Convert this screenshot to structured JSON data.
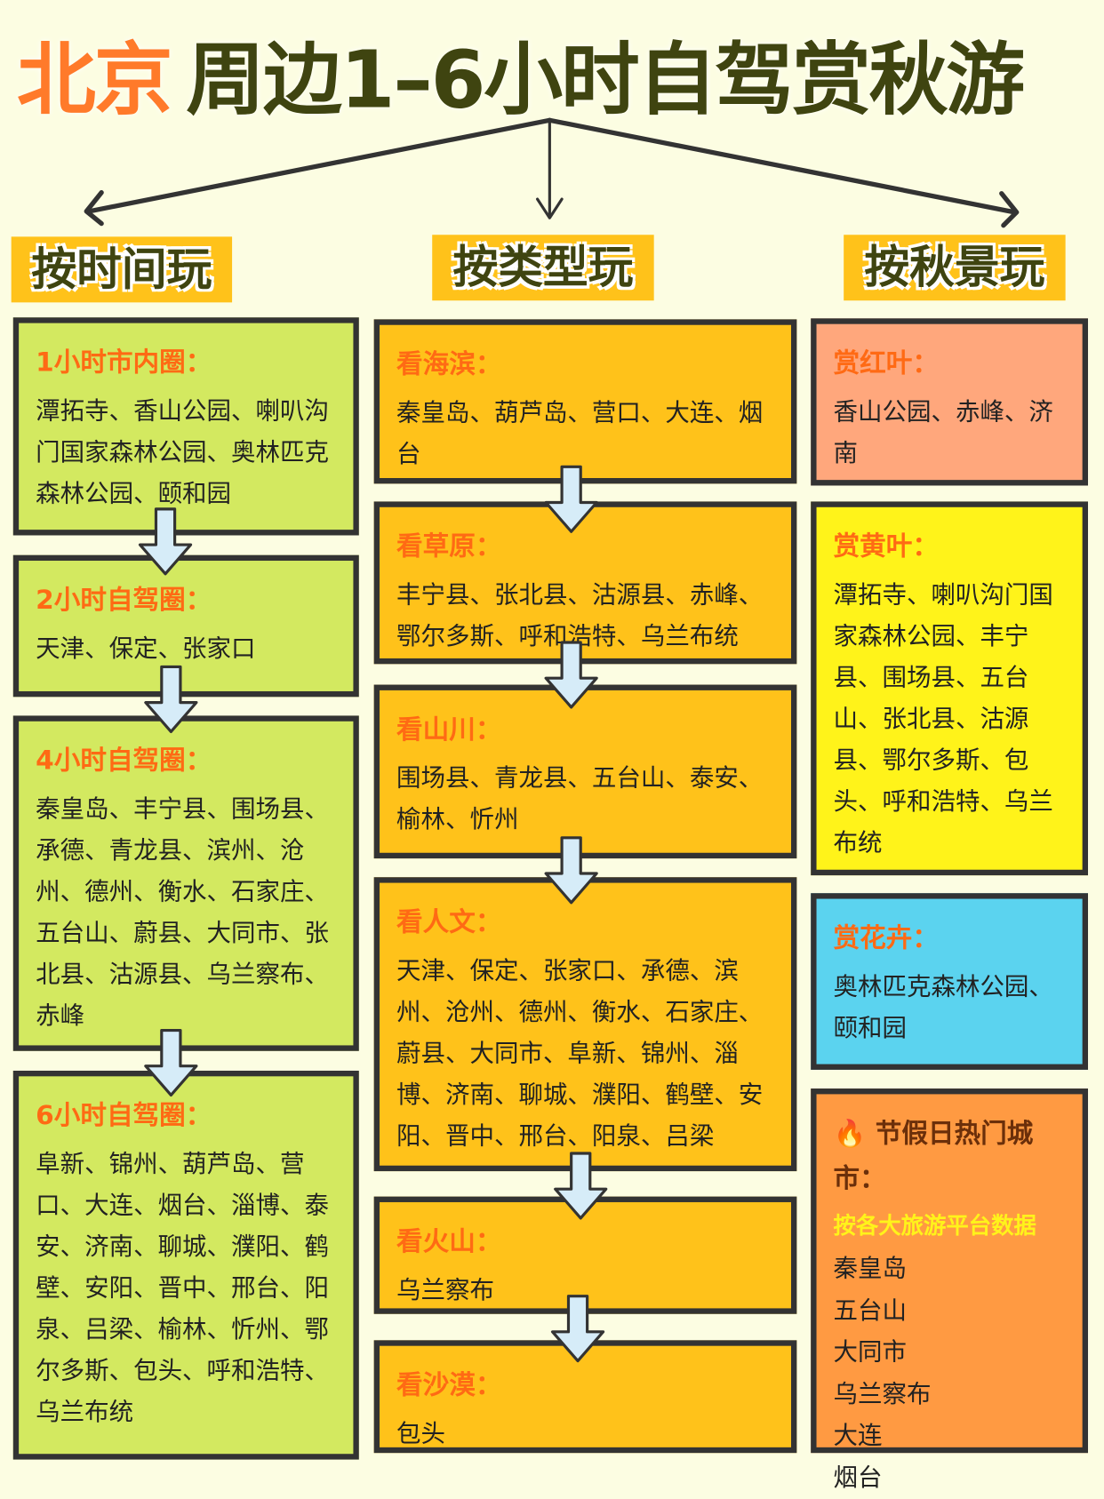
{
  "title": {
    "highlight": "北京",
    "rest": "周边1–6小时自驾赏秋游"
  },
  "columns": [
    {
      "header": "按时间玩"
    },
    {
      "header": "按类型玩"
    },
    {
      "header": "按秋景玩"
    }
  ],
  "by_time": [
    {
      "heading": "1小时市内圈：",
      "text": "潭拓寺、香山公园、喇叭沟门国家森林公园、奥林匹克森林公园、颐和园"
    },
    {
      "heading": "2小时自驾圈：",
      "text": "天津、保定、张家口"
    },
    {
      "heading": "4小时自驾圈：",
      "text": "秦皇岛、丰宁县、围场县、承德、青龙县、滨州、沧州、德州、衡水、石家庄、五台山、蔚县、大同市、张北县、沽源县、乌兰察布、赤峰"
    },
    {
      "heading": "6小时自驾圈：",
      "text": "阜新、锦州、葫芦岛、营口、大连、烟台、淄博、泰安、济南、聊城、濮阳、鹤壁、安阳、晋中、邢台、阳泉、吕梁、榆林、忻州、鄂尔多斯、包头、呼和浩特、乌兰布统"
    }
  ],
  "by_type": [
    {
      "heading": "看海滨：",
      "text": "秦皇岛、葫芦岛、营口、大连、烟台"
    },
    {
      "heading": "看草原：",
      "text": "丰宁县、张北县、沽源县、赤峰、鄂尔多斯、呼和浩特、乌兰布统"
    },
    {
      "heading": "看山川：",
      "text": "围场县、青龙县、五台山、泰安、榆林、忻州"
    },
    {
      "heading": "看人文：",
      "text": "天津、保定、张家口、承德、滨州、沧州、德州、衡水、石家庄、蔚县、大同市、阜新、锦州、淄博、济南、聊城、濮阳、鹤壁、安阳、晋中、邢台、阳泉、吕梁"
    },
    {
      "heading": "看火山：",
      "text": "乌兰察布"
    },
    {
      "heading": "看沙漠：",
      "text": "包头"
    }
  ],
  "by_scenery": [
    {
      "heading": "赏红叶：",
      "text": "香山公园、赤峰、济南"
    },
    {
      "heading": "赏黄叶：",
      "text": "潭拓寺、喇叭沟门国家森林公园、丰宁县、围场县、五台山、张北县、沽源县、鄂尔多斯、包头、呼和浩特、乌兰布统"
    },
    {
      "heading": "赏花卉：",
      "text": "奥林匹克森林公园、颐和园"
    }
  ],
  "hot": {
    "icon": "fire-icon",
    "heading": "节假日热门城市：",
    "subtitle": "按各大旅游平台数据",
    "cities": [
      "秦皇岛",
      "五台山",
      "大同市",
      "乌兰察布",
      "大连",
      "烟台"
    ]
  },
  "colors": {
    "green": "#d3e960",
    "orange": "#ffc21a",
    "red": "#ffa77c",
    "yellow": "#fff31a",
    "blue": "#5bd3ef",
    "hot": "#ff9a42",
    "accent": "#ff6a14"
  }
}
